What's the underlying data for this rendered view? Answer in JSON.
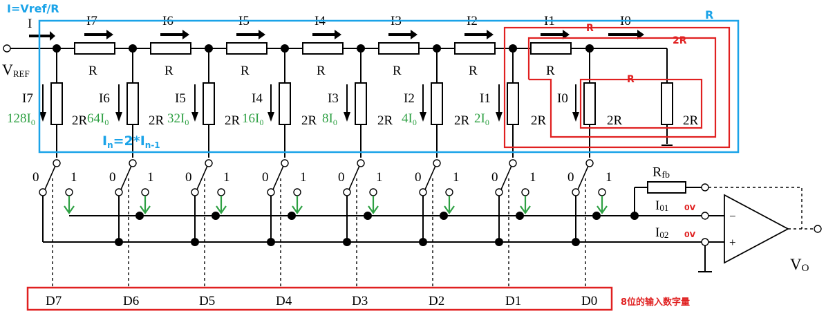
{
  "header": {
    "current_formula": "I=Vref/R",
    "input_current_label": "I",
    "vref_main": "V",
    "vref_sub": "REF"
  },
  "ladder": {
    "series_labels": [
      "I7",
      "I6",
      "I5",
      "I4",
      "I3",
      "I2",
      "I1",
      "I0"
    ],
    "series_resistor_label": "R",
    "shunt_resistor_label": "2R",
    "branch_labels": [
      "I7",
      "I6",
      "I5",
      "I4",
      "I3",
      "I2",
      "I1",
      "I0"
    ],
    "multipliers": [
      "128",
      "64",
      "32",
      "16",
      "8",
      "4",
      "2"
    ],
    "multiplier_sub": "0",
    "multiplier_prefix": "I"
  },
  "annotations": {
    "recursion_I": "I",
    "recursion_n": "n",
    "recursion_eq": "=2*",
    "recursion_n1": "n-1",
    "blue_box_label": "R",
    "red_box_labels": [
      "R",
      "2R",
      "R"
    ]
  },
  "switches": {
    "pos0": "0",
    "pos1": "1"
  },
  "opamp": {
    "rfb_main": "R",
    "rfb_sub": "fb",
    "i01_main": "I",
    "i01_sub": "01",
    "i02_main": "I",
    "i02_sub": "02",
    "zero_volt": "0V",
    "minus": "−",
    "plus": "+",
    "vo_main": "V",
    "vo_sub": "O"
  },
  "digital_inputs": {
    "bits": [
      "D7",
      "D6",
      "D5",
      "D4",
      "D3",
      "D2",
      "D1",
      "D0"
    ],
    "caption": "8位的输入数字量"
  },
  "colors": {
    "blue": "#1aa3e8",
    "red": "#e02020",
    "green": "#2ea043"
  }
}
